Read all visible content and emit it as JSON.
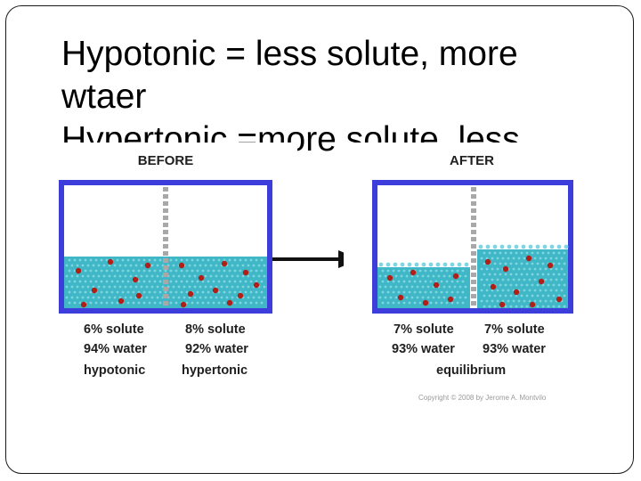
{
  "slide": {
    "title_lines": [
      "Hypotonic = less solute, more",
      "wtaer",
      "Hypertonic =more solute, less"
    ]
  },
  "figure": {
    "before": {
      "heading": "BEFORE",
      "left": {
        "solute": "6% solute",
        "water": "94% water",
        "label": "hypotonic"
      },
      "right": {
        "solute": "8% solute",
        "water": "92% water",
        "label": "hypertonic"
      }
    },
    "after": {
      "heading": "AFTER",
      "left": {
        "solute": "7% solute",
        "water": "93% water"
      },
      "right": {
        "solute": "7% solute",
        "water": "93% water"
      },
      "label": "equilibrium"
    },
    "copyright": "Copyright © 2008 by Jerome A. Montvilo",
    "colors": {
      "frame": "#3d3ddb",
      "water": "#3fb7c6",
      "membrane": "#a8a8a8",
      "solute": "#b02018",
      "arrow": "#111111"
    }
  }
}
